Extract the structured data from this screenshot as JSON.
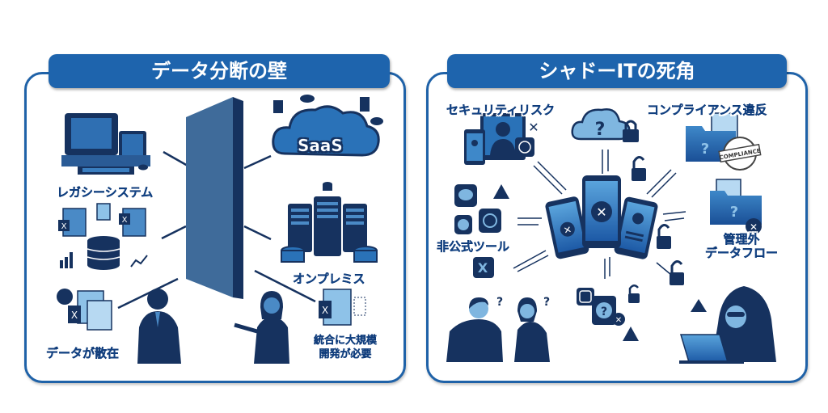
{
  "left_panel": {
    "title": "データ分断の壁",
    "labels": {
      "legacy_system": "レガシーシステム",
      "saas": "SaaS",
      "on_premise": "オンプレミス",
      "data_scattered": "データが散在",
      "integration_line1": "統合に大規模",
      "integration_line2": "開発が必要"
    },
    "icons": [
      "legacy-computer-icon",
      "saas-cloud-icon",
      "server-rack-icon",
      "database-icon",
      "spreadsheet-icon",
      "businessman-icon",
      "businesswoman-icon",
      "wall-icon"
    ]
  },
  "right_panel": {
    "title": "シャドーITの死角",
    "labels": {
      "security_risk": "セキュリティリスク",
      "compliance_violation": "コンプライアンス違反",
      "unofficial_tools": "非公式ツール",
      "unmanaged_line1": "管理外",
      "unmanaged_line2": "データフロー",
      "stamp_text": "COMPLIANCE",
      "question_mark": "?"
    },
    "icons": [
      "video-call-icon",
      "whatsapp-icon",
      "messenger-icon",
      "chat-icon",
      "warning-icon",
      "cloud-question-icon",
      "padlock-icon",
      "open-padlock-icon",
      "smartphone-icon",
      "folder-question-icon",
      "compliance-stamp-icon",
      "instagram-icon",
      "hacker-icon",
      "confused-people-icon"
    ]
  },
  "colors": {
    "banner": "#1e64ad",
    "border": "#1f62a8",
    "navy": "#12305e",
    "mid_blue": "#2a6aad",
    "light_blue": "#7fb6e0",
    "wall_face": "#3f6b9a",
    "wall_side": "#16325f",
    "label_text": "#1c56a0"
  }
}
